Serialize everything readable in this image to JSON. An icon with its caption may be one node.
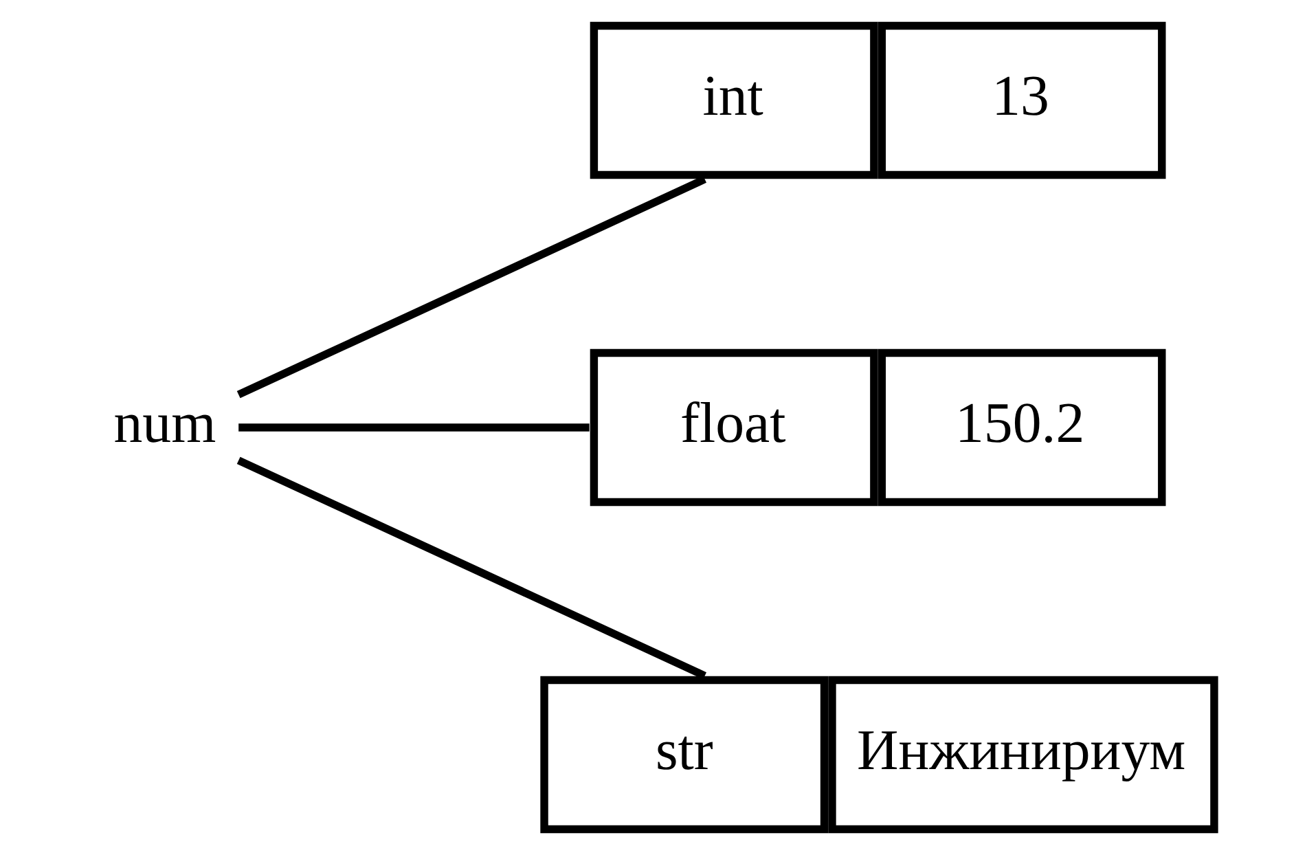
{
  "diagram": {
    "nodes": [
      {
        "text": [
          "num"
        ]
      },
      {
        "text": [
          "int",
          "13"
        ]
      },
      {
        "text": [
          "float",
          "150.2"
        ]
      },
      {
        "text": [
          "str",
          "Инжинириум"
        ]
      }
    ],
    "edges": [
      {
        "from": 0,
        "to": 1,
        "arrow": "none"
      },
      {
        "from": 0,
        "to": 2,
        "arrow": "none"
      },
      {
        "from": 0,
        "to": 3,
        "arrow": "none"
      }
    ]
  }
}
